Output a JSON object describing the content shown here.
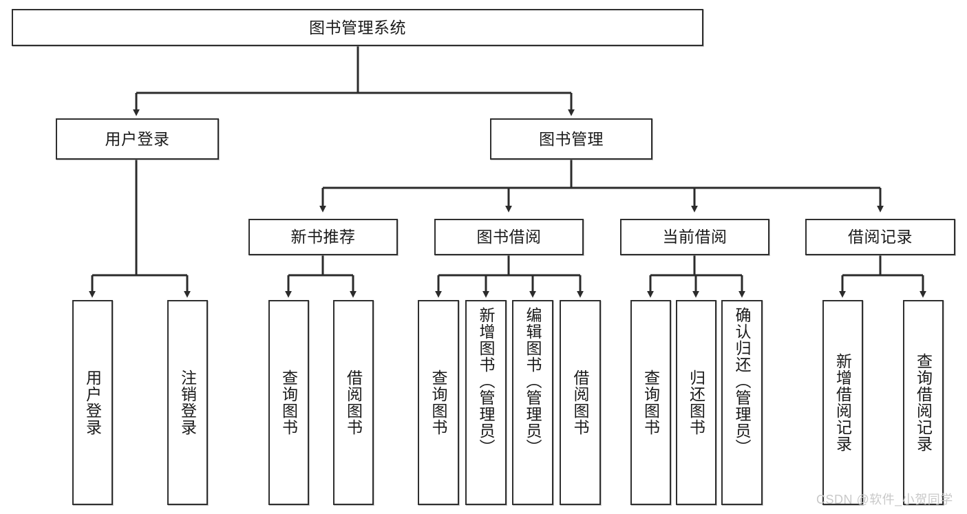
{
  "diagram": {
    "title": "图书管理系统",
    "root": {
      "label": "图书管理系统"
    },
    "level2": [
      {
        "label": "用户登录"
      },
      {
        "label": "图书管理"
      }
    ],
    "level3": [
      {
        "label": "新书推荐"
      },
      {
        "label": "图书借阅"
      },
      {
        "label": "当前借阅"
      },
      {
        "label": "借阅记录"
      }
    ],
    "leaves": {
      "user_login": [
        {
          "label": "用户登录"
        },
        {
          "label": "注销登录"
        }
      ],
      "new_book_recommend": [
        {
          "label": "查询图书"
        },
        {
          "label": "借阅图书"
        }
      ],
      "book_borrow": [
        {
          "label": "查询图书"
        },
        {
          "label": "新增图书（管理员）"
        },
        {
          "label": "编辑图书（管理员）"
        },
        {
          "label": "借阅图书"
        }
      ],
      "current_borrow": [
        {
          "label": "查询图书"
        },
        {
          "label": "归还图书"
        },
        {
          "label": "确认归还（管理员）"
        }
      ],
      "borrow_record": [
        {
          "label": "新增借阅记录"
        },
        {
          "label": "查询借阅记录"
        }
      ]
    }
  },
  "watermark": {
    "text": "CSDN @软件_小贺同学"
  },
  "colors": {
    "box_border": "#2f2f2f",
    "box_fill": "#ffffff",
    "line": "#2b2b2b",
    "text": "#1a1a1a",
    "watermark": "#c9c9c9",
    "background": "#ffffff"
  }
}
